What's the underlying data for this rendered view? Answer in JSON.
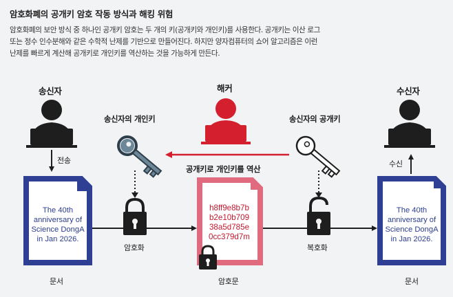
{
  "header": {
    "title": "암호화폐의 공개키 암호 작동 방식과 해킹 위험",
    "body_lines": [
      "암호화폐의 보안 방식 중 하나인 공개키 암호는 두 개의 키(공개키와 개인키)를 사용한다. 공개키는 이산 로그",
      "또는 정수 인수분해와 같은 수학적 난제를 기반으로 만들어진다. 하지만 양자컴퓨터의 쇼어 알고리즘은 이런",
      "난제를 빠르게 계산해 공개키로 개인키를 역산하는 것을 가능하게 만든다."
    ]
  },
  "actors": {
    "sender": "송신자",
    "hacker": "해커",
    "receiver": "수신자"
  },
  "keys": {
    "private_key": "송신자의 개인키",
    "public_key": "송신자의 공개키",
    "reverse_calc": "공개키로 개인키를 역산"
  },
  "flow": {
    "send": "전송",
    "receive": "수신",
    "encrypt": "암호화",
    "decrypt": "복호화"
  },
  "documents": {
    "plain_label": "문서",
    "cipher_label": "암호문",
    "plain_text": [
      "The 40th",
      "anniversary of",
      "Science DongA",
      "in Jan 2026."
    ],
    "cipher_text": [
      "h8ff9e8b7b",
      "b2e10b709",
      "38a5d785e",
      "0cc379d7m"
    ]
  },
  "colors": {
    "hacker_red": "#d31f2e",
    "doc_blue": "#2f3f94",
    "cipher_pink": "#e06b7f",
    "dark": "#1e1e1e"
  }
}
